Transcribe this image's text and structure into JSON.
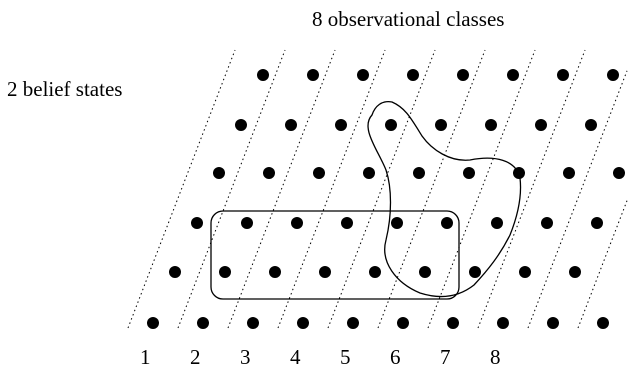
{
  "diagram": {
    "top_label": "8 observational classes",
    "left_label": "2 belief states",
    "class_numbers": [
      "1",
      "2",
      "3",
      "4",
      "5",
      "6",
      "7",
      "8"
    ],
    "rows": 6,
    "columns": 10,
    "colors": {
      "ink": "#000000",
      "background": "#ffffff"
    }
  }
}
